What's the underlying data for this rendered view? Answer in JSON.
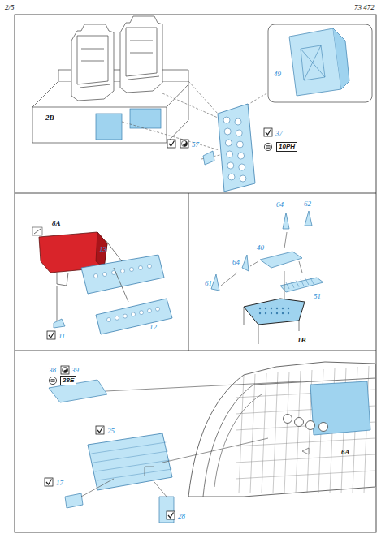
{
  "diagram": {
    "nodes": [
      {
        "text": [
          "10PH"
        ]
      },
      {
        "text": [
          "28E"
        ]
      }
    ],
    "labels": [
      "2/5",
      "73 472",
      "2B",
      "49",
      "57",
      "37",
      "8A",
      "13",
      "12",
      "11",
      "64",
      "62",
      "40",
      "64",
      "61",
      "51",
      "1B",
      "38",
      "39",
      "25",
      "17",
      "28",
      "6A"
    ]
  }
}
